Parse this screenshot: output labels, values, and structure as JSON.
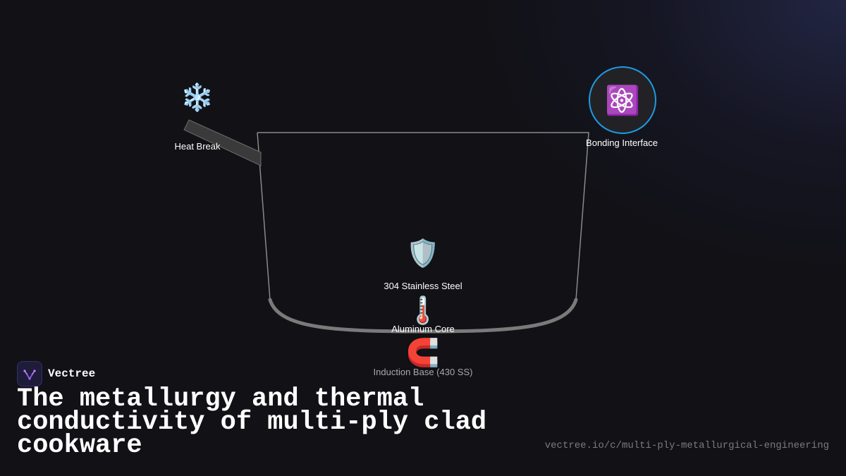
{
  "brand": {
    "name": "Vectree",
    "logo_icon": "vectree-logo-icon"
  },
  "title": "The metallurgy and thermal conductivity of multi-ply clad cookware",
  "source_url": "vectree.io/c/multi-ply-metallurgical-engineering",
  "colors": {
    "background": "#111116",
    "accent_ring": "#1e9be0",
    "pan_outline": "#8a8a8a",
    "pan_base": "#7a7a7a",
    "label_text": "#ffffff",
    "muted_label": "#a8a8b0"
  },
  "nodes": {
    "heat_break": {
      "label": "Heat Break",
      "icon": "snowflake-icon",
      "glyph": "❄️"
    },
    "bonding_interface": {
      "label": "Bonding Interface",
      "icon": "atom-icon",
      "glyph": "⚛️"
    },
    "stainless_steel": {
      "label": "304 Stainless Steel",
      "icon": "shield-icon",
      "glyph": "🛡️"
    },
    "aluminum_core": {
      "label": "Aluminum Core",
      "icon": "thermometer-icon",
      "glyph": "🌡️"
    },
    "induction_base": {
      "label": "Induction Base (430 SS)",
      "icon": "magnet-icon",
      "glyph": "🧲"
    }
  }
}
